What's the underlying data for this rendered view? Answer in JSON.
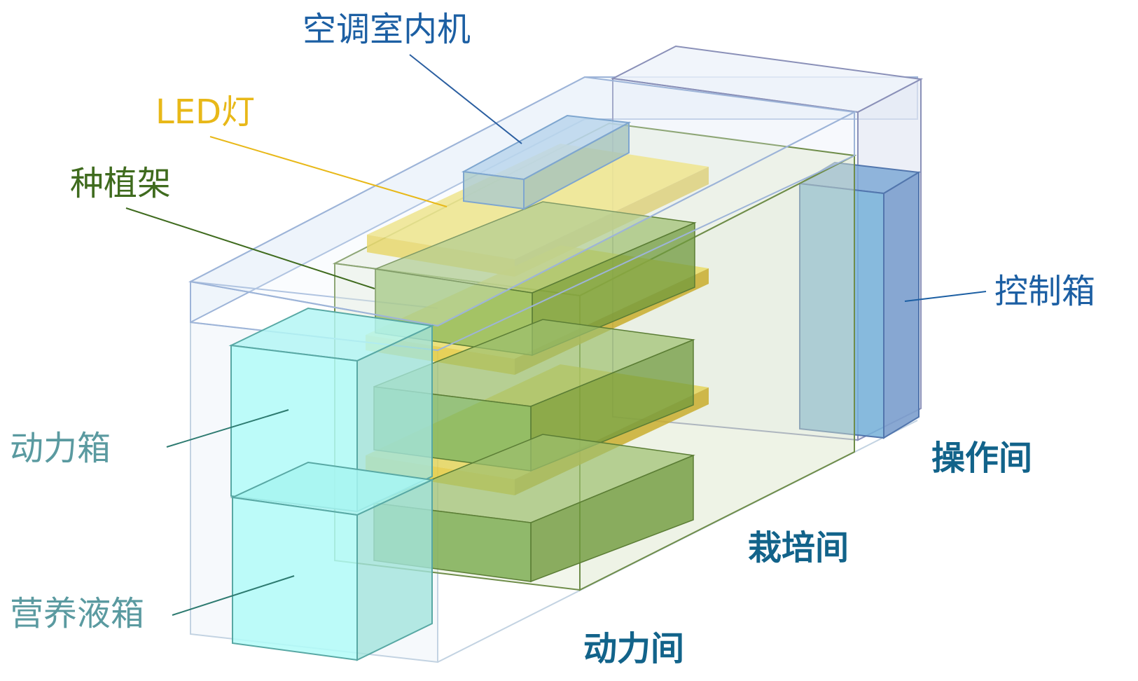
{
  "labels": {
    "ac_indoor_unit": "空调室内机",
    "led_light": "LED灯",
    "planting_rack": "种植架",
    "control_box": "控制箱",
    "power_box": "动力箱",
    "nutrient_tank": "营养液箱"
  },
  "rooms": {
    "operation_room": "操作间",
    "cultivation_room": "栽培间",
    "power_room": "动力间"
  },
  "colors": {
    "ac_unit": "#1c5fa3",
    "led": "#e8b818",
    "rack": "#3f6b1e",
    "control": "#1c5fa3",
    "power_box": "#5a9aa0",
    "nutrient": "#5a9aa0",
    "room_label": "#12638a"
  }
}
